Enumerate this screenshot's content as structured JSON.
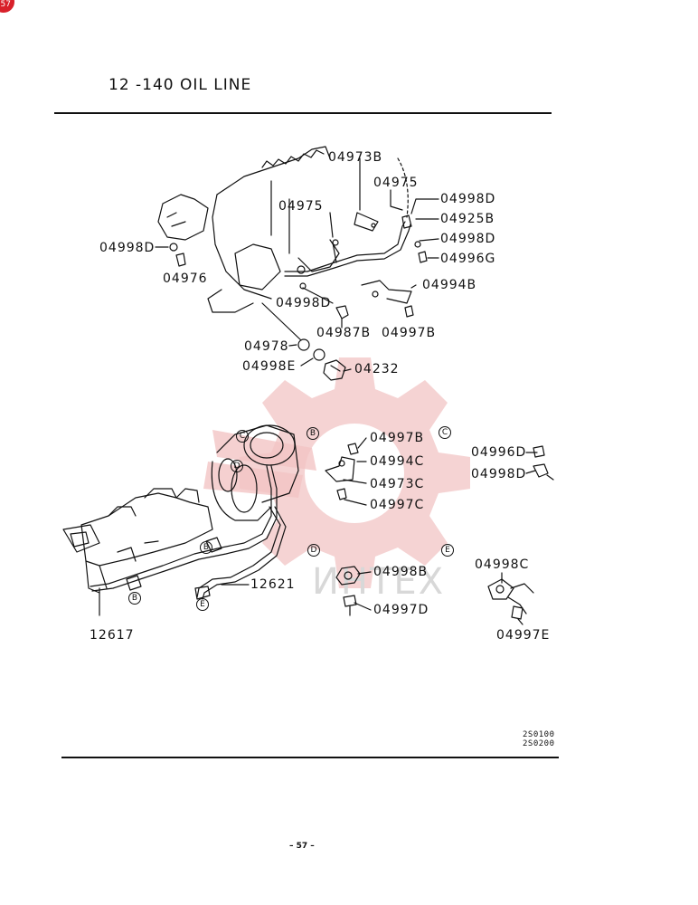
{
  "header": {
    "title": "12 -140   OIL LINE",
    "badge": "57"
  },
  "watermark_text": "ИНТЕХ",
  "callouts": [
    {
      "id": "04973B"
    },
    {
      "id": "04975a"
    },
    {
      "id": "04975b"
    },
    {
      "id": "04998D_r1"
    },
    {
      "id": "04925B"
    },
    {
      "id": "04998D_r2"
    },
    {
      "id": "04996G"
    },
    {
      "id": "04998D_l"
    },
    {
      "id": "04976"
    },
    {
      "id": "04994B"
    },
    {
      "id": "04998D_m"
    },
    {
      "id": "04987B"
    },
    {
      "id": "04997B_top"
    },
    {
      "id": "04978"
    },
    {
      "id": "04998E"
    },
    {
      "id": "04232"
    }
  ],
  "labels": {
    "l04973B": "04973B",
    "l04975a": "04975",
    "l04975b": "04975",
    "l04998D_1": "04998D",
    "l04925B": "04925B",
    "l04998D_2": "04998D",
    "l04996G": "04996G",
    "l04998D_left": "04998D",
    "l04976": "04976",
    "l04994B": "04994B",
    "l04998D_mid": "04998D",
    "l04987B": "04987B",
    "l04997B_a": "04997B",
    "l04978": "04978",
    "l04998E": "04998E",
    "l04232": "04232",
    "l04997B_b": "04997B",
    "l04994C": "04994C",
    "l04973C": "04973C",
    "l04997C": "04997C",
    "l04996D": "04996D",
    "l04998D_r": "04998D",
    "l12621": "12621",
    "l04998B": "04998B",
    "l04997D": "04997D",
    "l04998C": "04998C",
    "l04997E": "04997E",
    "l12617": "12617"
  },
  "circle_letters": {
    "B1": "B",
    "C1": "C",
    "C2": "C",
    "D1": "D",
    "B2": "B",
    "B3": "B",
    "D2": "D",
    "E1": "E",
    "E2": "E"
  },
  "codes": {
    "line1": "2S0100",
    "line2": "2S0200"
  },
  "page_number": "– 57 –",
  "colors": {
    "ink": "#111111",
    "watermark": "#f2c4c4"
  }
}
